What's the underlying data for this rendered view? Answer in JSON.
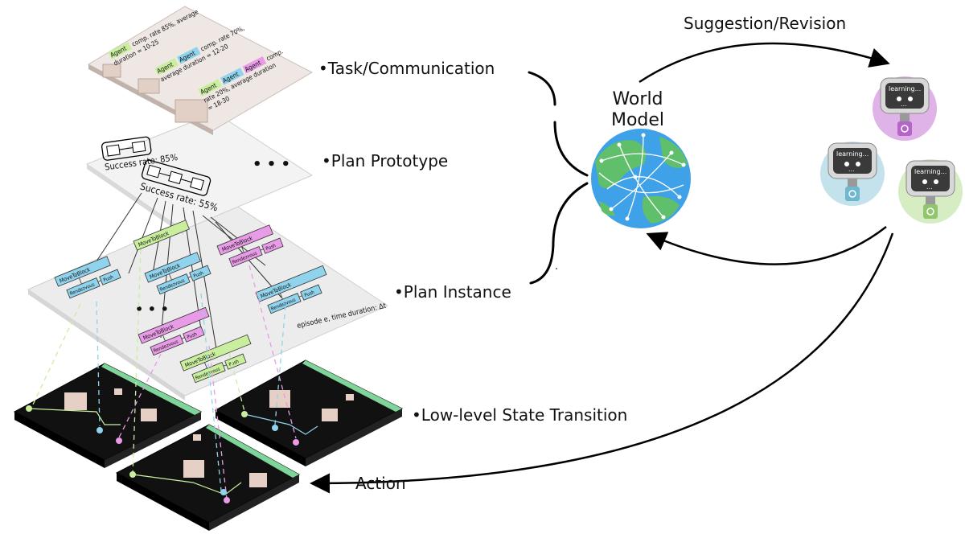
{
  "layers": {
    "task": {
      "label": "•Task/Communication",
      "rows": [
        {
          "agents": [
            "Agent"
          ],
          "line1": "comp. rate 85%, average",
          "line2": "duration = 10-25"
        },
        {
          "agents": [
            "Agent",
            "Agent"
          ],
          "line1": "comp. rate 70%,",
          "line2": "average duration = 12-20"
        },
        {
          "agents": [
            "Agent",
            "Agent",
            "Agent"
          ],
          "line1": "comp.",
          "line2": "rate 20%, average duration",
          "line3": "= 18-30"
        }
      ]
    },
    "prototype": {
      "label": "•Plan Prototype",
      "success1": "Success rate: 85%",
      "success2": "Success rate: 55%",
      "ellipsis": "• • •"
    },
    "instance": {
      "label": "•Plan Instance",
      "ellipsis": "• • •",
      "duration_note": "episode e, time duration: Δt",
      "move": "MoveToBlock",
      "rendezvous": "Rendezvous",
      "push": "Push"
    },
    "lowlevel": {
      "label": "•Low-level State Transition"
    }
  },
  "world_model": {
    "line1": "World",
    "line2": "Model"
  },
  "edges": {
    "suggestion": "Suggestion/Revision",
    "action": "Action"
  },
  "robots": {
    "screen_text": "learning...",
    "dots": "...",
    "colors": [
      "#d9a6e3",
      "#b8dde8",
      "#cfe9b9"
    ],
    "accents": [
      "#b565c9",
      "#6fb6cf",
      "#92c56e"
    ]
  },
  "colors": {
    "blue": "#8fd3ec",
    "pink": "#e89be6",
    "green": "#c9ef9e",
    "board": "#000000",
    "board_edge": "#7fd49a",
    "cube": "#e6cfc4"
  }
}
